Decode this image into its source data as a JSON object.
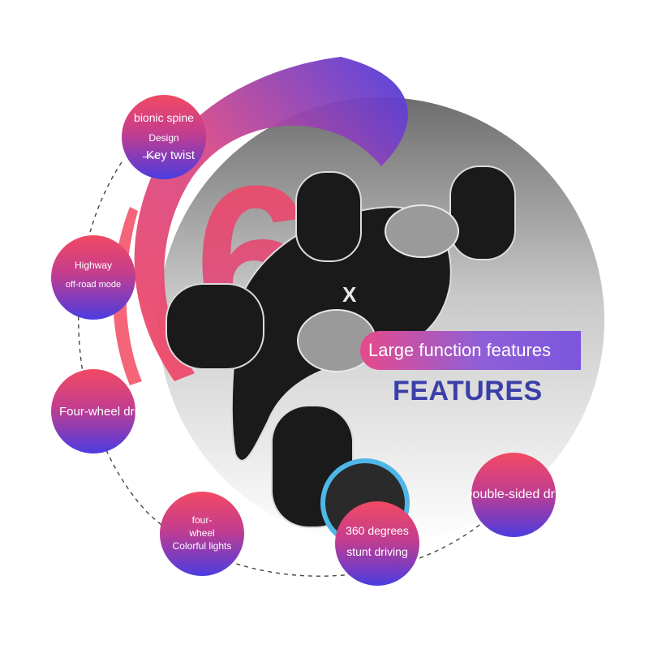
{
  "banner": "Large function features",
  "heading": "FEATURES",
  "big_number": "6",
  "car_badge": "X",
  "colors": {
    "red": "#f24a63",
    "blue": "#4b3ce0",
    "navy": "#3b3fa8",
    "gray": "#b8b8b8",
    "car": "#1a1a1a"
  },
  "bubbles": [
    {
      "lines": [
        "bionic spine",
        "Design",
        "Key twist"
      ]
    },
    {
      "lines": [
        "Highway",
        "off-road mode"
      ]
    },
    {
      "lines": [
        "Four-wheel drive"
      ]
    },
    {
      "lines": [
        "four-",
        "wheel",
        "Colorful lights"
      ]
    },
    {
      "lines": [
        "360 degrees",
        "stunt driving"
      ]
    },
    {
      "lines": [
        "Double-sided drive"
      ]
    }
  ]
}
